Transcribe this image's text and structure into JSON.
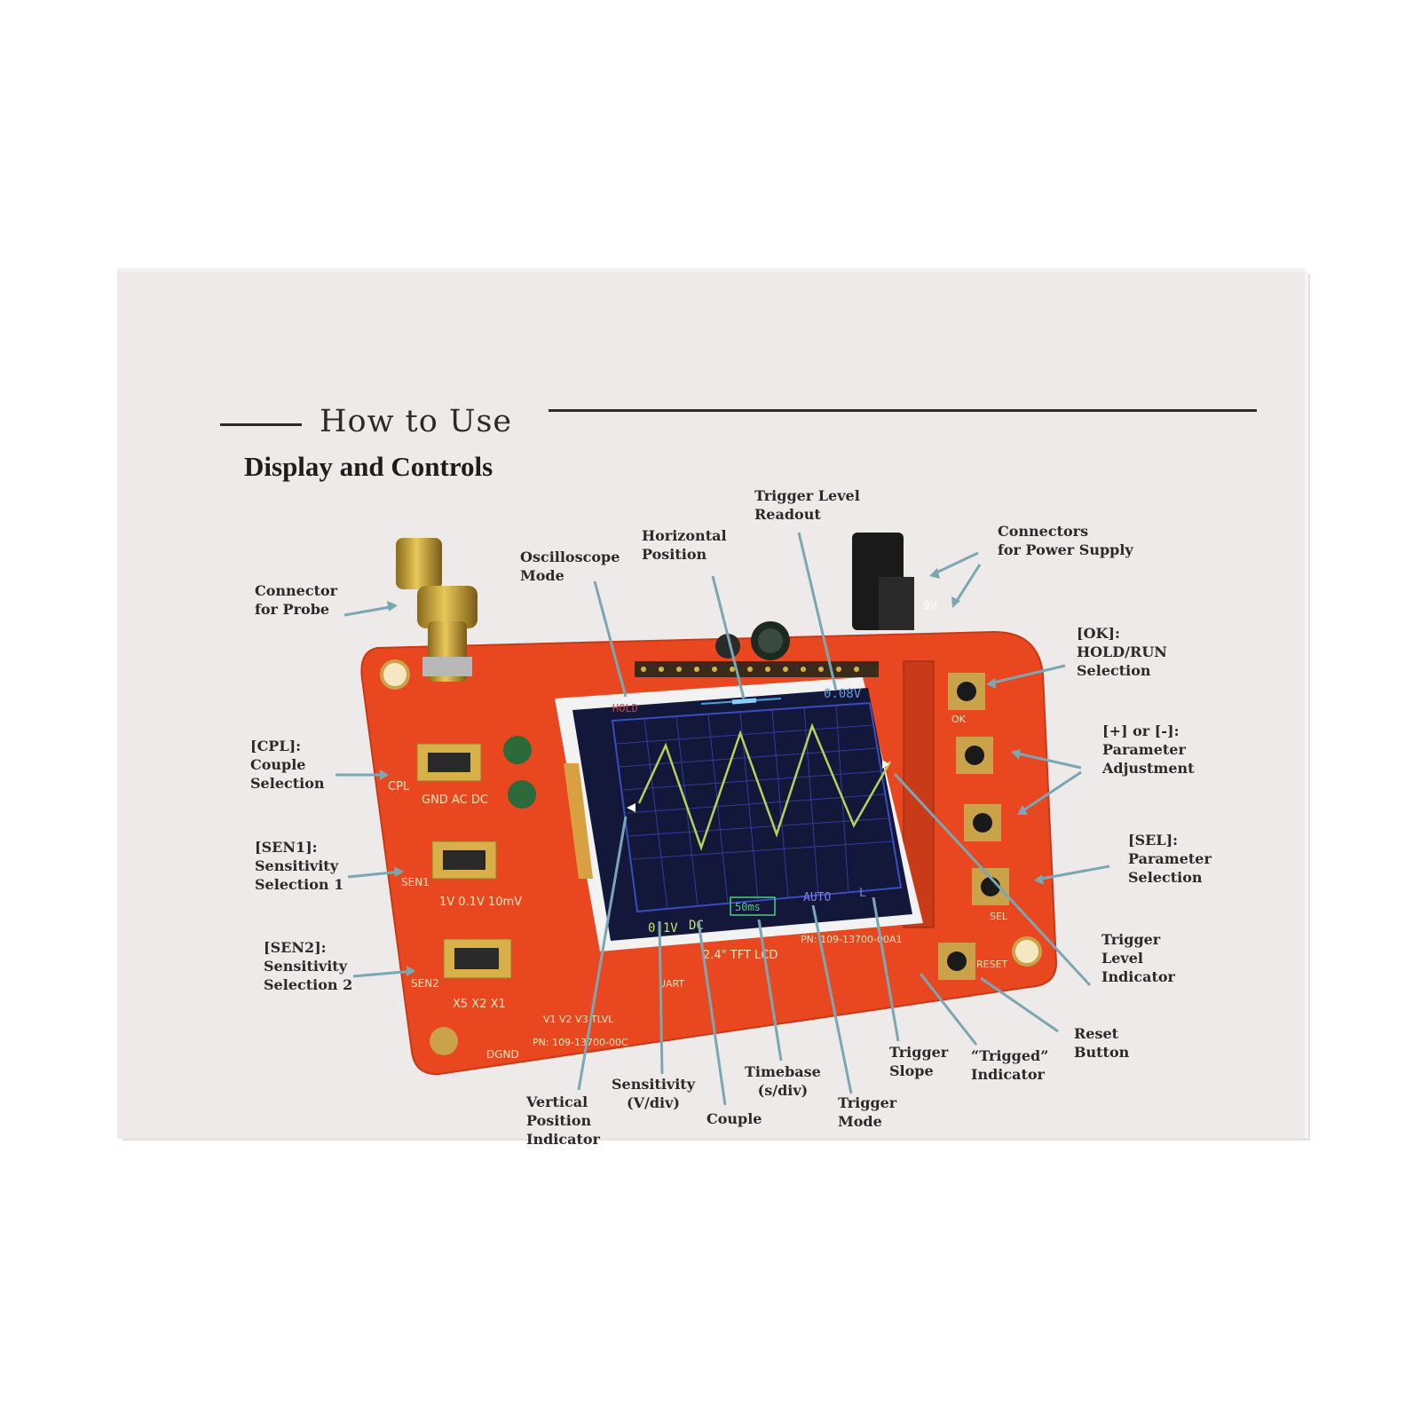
{
  "heading": "How to Use",
  "subheading": "Display and Controls",
  "labels": {
    "trigger_level_readout": [
      "Trigger Level",
      "Readout"
    ],
    "connectors_power": [
      "Connectors",
      "for Power Supply"
    ],
    "horizontal_position": [
      "Horizontal",
      "Position"
    ],
    "oscilloscope_mode": [
      "Oscilloscope",
      "Mode"
    ],
    "connector_probe": [
      "Connector",
      "for Probe"
    ],
    "ok": [
      "[OK]:",
      "HOLD/RUN",
      "Selection"
    ],
    "plus_minus": [
      "[+] or [-]:",
      "Parameter",
      "Adjustment"
    ],
    "cpl": [
      "[CPL]:",
      "Couple",
      "Selection"
    ],
    "sel": [
      "[SEL]:",
      "Parameter",
      "Selection"
    ],
    "sen1": [
      "[SEN1]:",
      "Sensitivity",
      "Selection 1"
    ],
    "sen2": [
      "[SEN2]:",
      "Sensitivity",
      "Selection 2"
    ],
    "trigger_level_indicator": [
      "Trigger",
      "Level",
      "Indicator"
    ],
    "reset_button": [
      "Reset",
      "Button"
    ],
    "trigged_indicator": [
      "“Trigged”",
      "Indicator"
    ],
    "trigger_slope": [
      "Trigger",
      "Slope"
    ],
    "trigger_mode": [
      "Trigger",
      "Mode"
    ],
    "timebase": [
      "Timebase",
      "(s/div)"
    ],
    "couple": [
      "Couple"
    ],
    "sensitivity": [
      "Sensitivity",
      "(V/div)"
    ],
    "vertical_position": [
      "Vertical",
      "Position",
      "Indicator"
    ]
  },
  "lcd": {
    "mode": "HOLD",
    "trigger_level": "0.08V",
    "sensitivity": "0.1V",
    "couple": "DC",
    "timebase": "50ms",
    "trigger_mode": "AUTO"
  },
  "board_silk": {
    "cpl": "CPL",
    "sen1": "SEN1",
    "sen2": "SEN2",
    "ok": "OK",
    "sel": "SEL",
    "reset": "RESET",
    "cpl_options": "GND AC DC",
    "sen1_options": "1V 0.1V 10mV",
    "sen2_options": "X5 X2 X1",
    "lcd_label": "2.4\" TFT LCD",
    "pn_main": "PN: 109-13700-00C",
    "pn_lcd": "PN: 109-13700-00A1",
    "dgnd": "DGND",
    "power": "9V",
    "uart": "UART",
    "testpoints": "V1   V2   V3   TLVL"
  },
  "colors": {
    "pcb": "#e8471f",
    "lcd_bg": "#13183a",
    "grid": "#3b4cc0",
    "trace": "#b9d05a",
    "arrow": "#7aa7b2",
    "text": "#2a2a2a"
  }
}
